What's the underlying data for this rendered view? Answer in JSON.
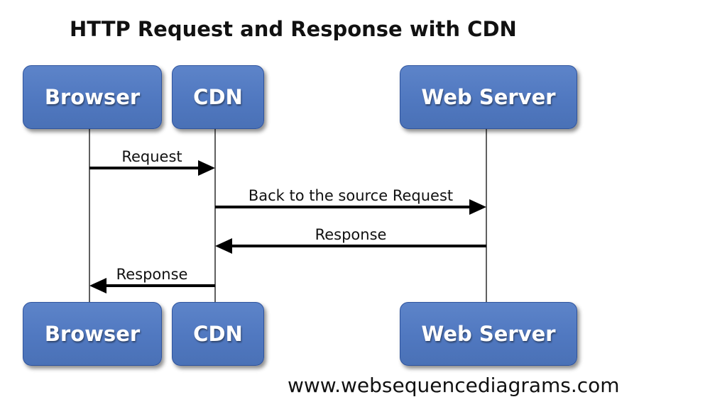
{
  "title": "HTTP Request and Response with CDN",
  "footer": "www.websequencediagrams.com",
  "actors": [
    {
      "id": "browser",
      "label": "Browser"
    },
    {
      "id": "cdn",
      "label": "CDN"
    },
    {
      "id": "webserver",
      "label": "Web Server"
    }
  ],
  "messages": [
    {
      "label": "Request",
      "from": "Browser",
      "to": "CDN",
      "direction": "right"
    },
    {
      "label": "Back to the source Request",
      "from": "CDN",
      "to": "Web Server",
      "direction": "right"
    },
    {
      "label": "Response",
      "from": "Web Server",
      "to": "CDN",
      "direction": "left"
    },
    {
      "label": "Response",
      "from": "CDN",
      "to": "Browser",
      "direction": "left"
    }
  ],
  "colors": {
    "actor_fill": "#5078c0",
    "actor_fill_light": "#5d84c9",
    "actor_fill_dark": "#4a71b6",
    "actor_border": "#2f549e",
    "actor_text": "#ffffff",
    "lifeline": "#606060",
    "arrow": "#000000",
    "text": "#111111",
    "background": "#ffffff"
  }
}
